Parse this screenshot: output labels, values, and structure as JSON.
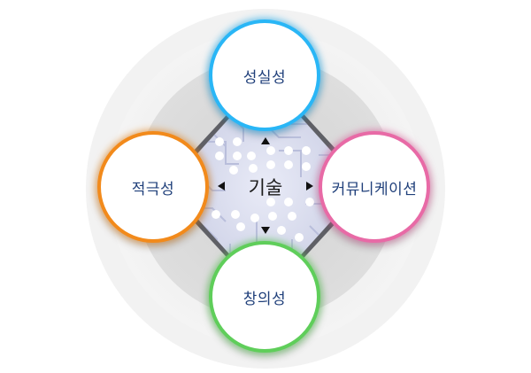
{
  "diagram": {
    "center": {
      "label": "기술"
    },
    "nodes": {
      "top": {
        "label": "성실성"
      },
      "right": {
        "label": "커뮤니케이션"
      },
      "bottom": {
        "label": "창의성"
      },
      "left": {
        "label": "적극성"
      }
    },
    "colors": {
      "top": "#29b6f6",
      "right": "#e86aa6",
      "bottom": "#5fce5a",
      "left": "#f28a1b",
      "text": "#1f3f7a",
      "circuit": "#c9cde8"
    },
    "icons": [
      "arrow-up-icon",
      "arrow-down-icon",
      "arrow-left-icon",
      "arrow-right-icon",
      "circuit-board-icon"
    ]
  }
}
